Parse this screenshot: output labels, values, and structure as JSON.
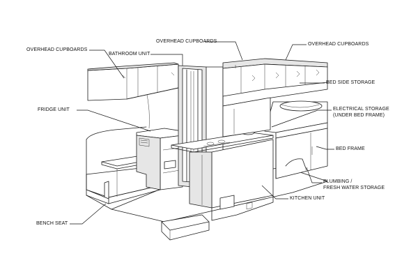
{
  "labels": {
    "overhead_cupboards_left": "OVERHEAD CUPBOARDS",
    "bathroom_unit": "BATHROOM UNIT",
    "overhead_cupboards_center": "OVERHEAD CUPBOARDS",
    "overhead_cupboards_right": "OVERHEAD CUPBOARDS",
    "bed_side_storage": "BED SIDE STORAGE",
    "fridge_unit": "FRIDGE UNIT",
    "electrical_storage_1": "ELECTRICAL STORAGE",
    "electrical_storage_2": "(UNDER BED FRAME)",
    "bed_frame": "BED FRAME",
    "plumbing_1": "PLUMBING /",
    "plumbing_2": "FRESH WATER STORAGE",
    "kitchen_unit": "KITCHEN UNIT",
    "bench_seat": "BENCH SEAT"
  }
}
